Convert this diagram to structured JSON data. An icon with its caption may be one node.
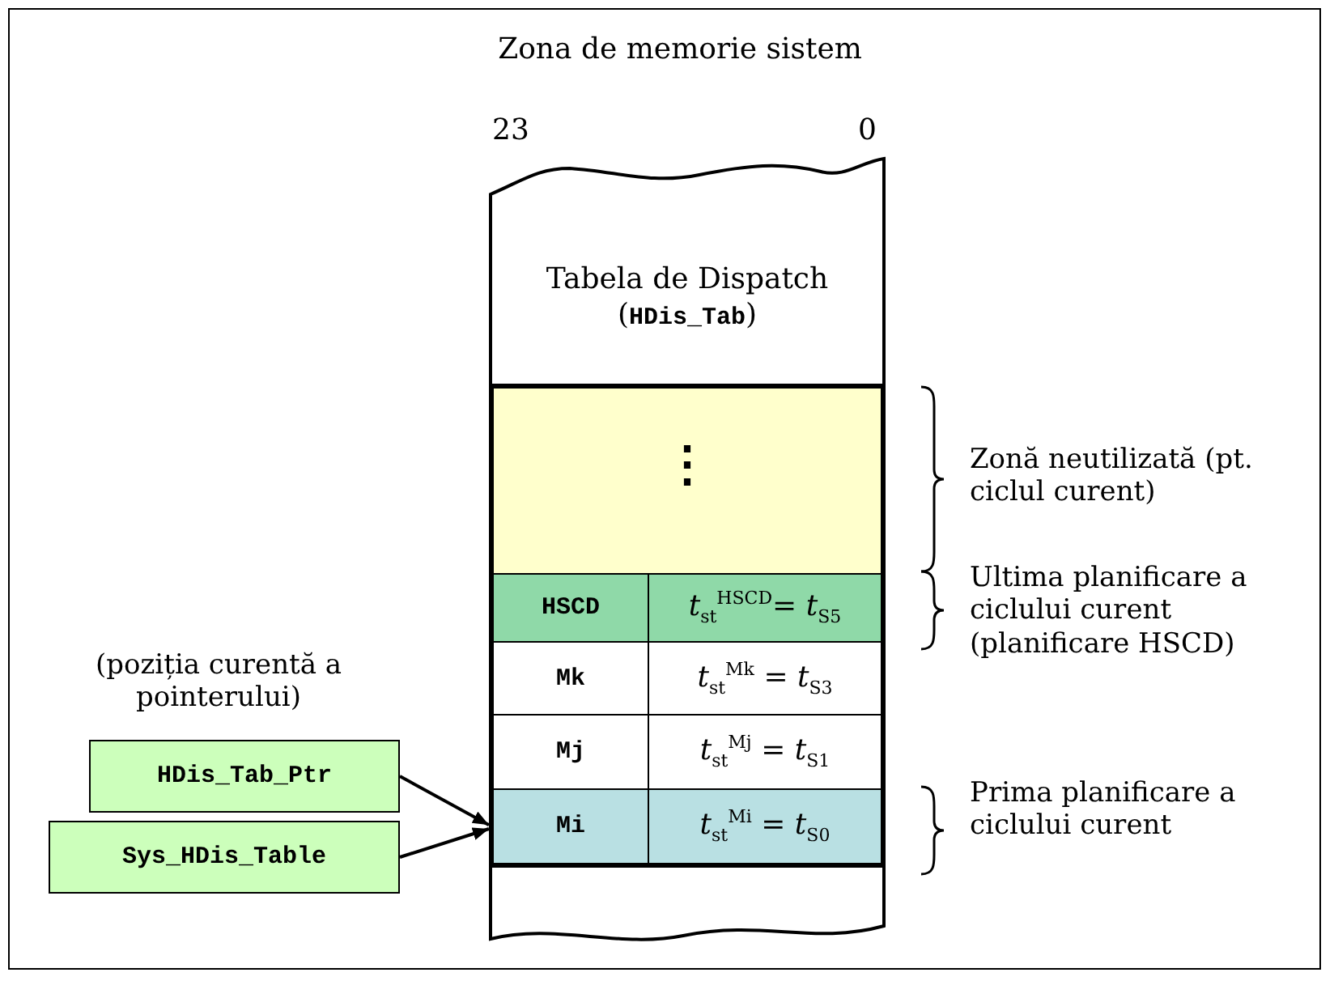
{
  "diagram": {
    "title": "Zona de memorie sistem",
    "nodes": [
      {
        "text": [
          "Tabela de Dispatch (**HDis_Tab**)"
        ]
      },
      {
        "text": [
          "⋮"
        ],
        "in": 0,
        "beside": [
          "Zonă neutilizată (pt. ciclul curent)"
        ]
      },
      {
        "text": [
          "HSCD",
          "*t*$_{st}$$^{HSCD}$= *t*$_{S5}$"
        ],
        "in": 0,
        "beside": [
          "Ultima planificare a ciclului curent (planificare HSCD)"
        ]
      },
      {
        "text": [
          "Mk",
          "*t*$_{st}$$^{Mk}$ = *t*$_{S3}$"
        ],
        "in": 0
      },
      {
        "text": [
          "Mj",
          "*t*$_{st}$$^{Mj}$ = *t*$_{S1}$"
        ],
        "in": 0
      },
      {
        "text": [
          "Mi",
          "*t*$_{st}$$^{Mi}$ = *t*$_{S0}$"
        ],
        "in": 0,
        "beside": [
          "Prima planificare a ciclului curent"
        ]
      },
      {
        "text": [
          "HDis_Tab_Ptr"
        ],
        "beside": [
          "(poziția curentă a pointerului)"
        ]
      },
      {
        "text": [
          "Sys_HDis_Table"
        ]
      }
    ],
    "edges": [
      {
        "from": 6,
        "to": 5,
        "arrow": "to"
      },
      {
        "from": 7,
        "to": 5,
        "arrow": "to"
      }
    ],
    "labels": [
      "23",
      "0"
    ]
  }
}
